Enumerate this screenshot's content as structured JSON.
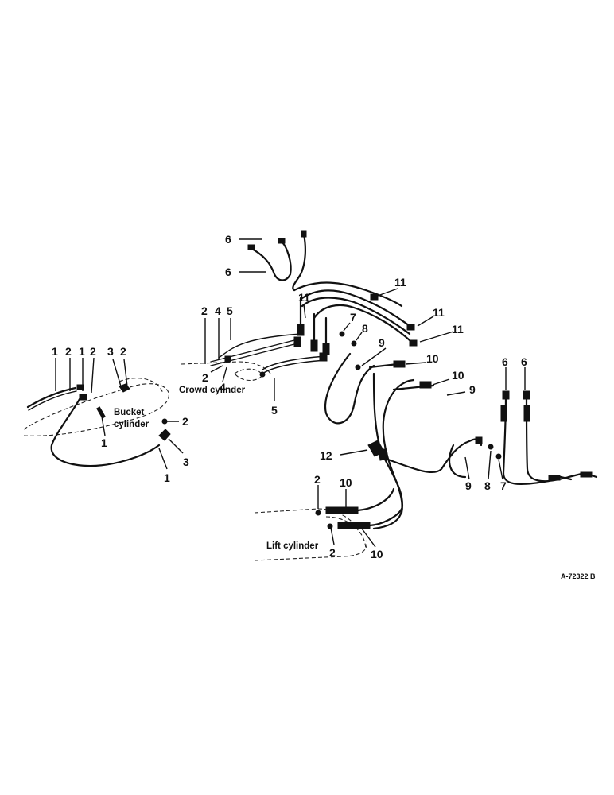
{
  "callouts": {
    "c1a": "1",
    "c1b": "1",
    "c1c": "1",
    "c1d": "1",
    "c2a": "2",
    "c2b": "2",
    "c2c": "2",
    "c2d": "2",
    "c2e": "2",
    "c2f": "2",
    "c2g": "2",
    "c3a": "3",
    "c3b": "3",
    "c4a": "4",
    "c4b": "4",
    "c5a": "5",
    "c5b": "5",
    "c6a": "6",
    "c6b": "6",
    "c6c": "6",
    "c6d": "6",
    "c7a": "7",
    "c7b": "7",
    "c8a": "8",
    "c8b": "8",
    "c9a": "9",
    "c9b": "9",
    "c9c": "9",
    "c10a": "10",
    "c10b": "10",
    "c10c": "10",
    "c10d": "10",
    "c11a": "11",
    "c11b": "11",
    "c11c": "11",
    "c11d": "11",
    "c12": "12"
  },
  "labels": {
    "bucket_cylinder_line1": "Bucket",
    "bucket_cylinder_line2": "cylinder",
    "crowd_cylinder": "Crowd cylinder",
    "lift_cylinder": "Lift cylinder"
  },
  "reference_number": "A-72322 B"
}
